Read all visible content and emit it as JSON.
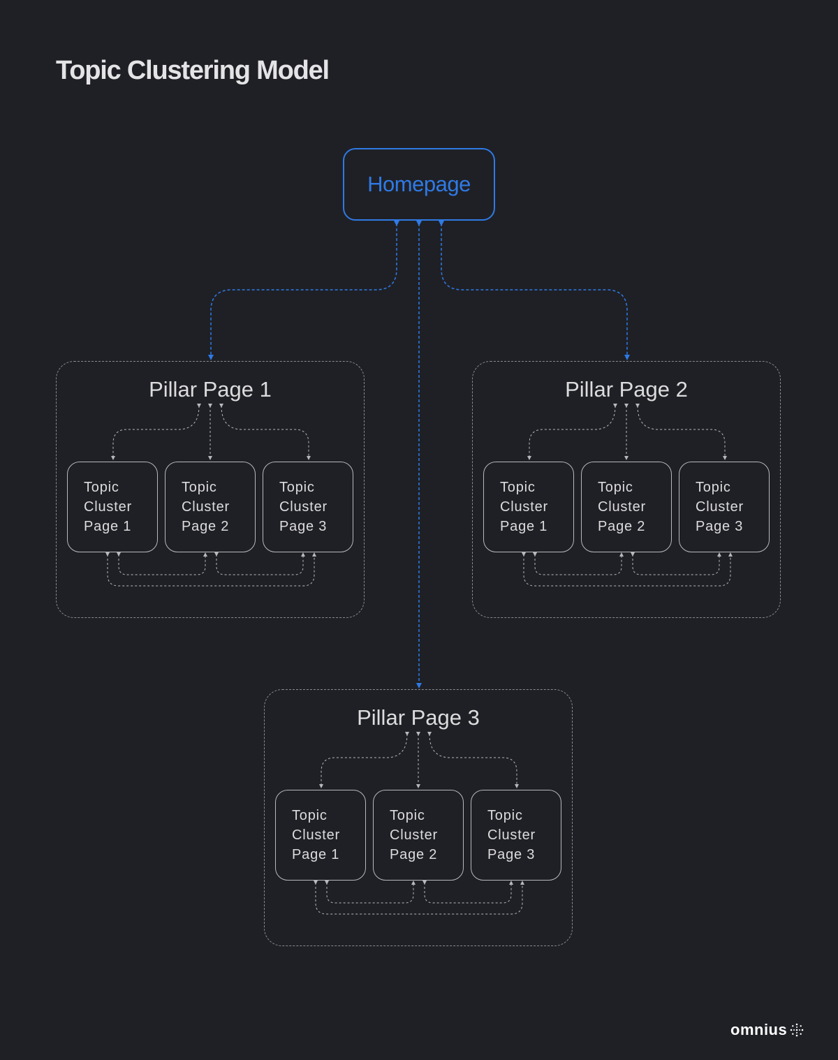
{
  "title": "Topic Clustering Model",
  "homepage": "Homepage",
  "pillars": [
    {
      "title": "Pillar Page 1",
      "cards": [
        {
          "l1": "Topic",
          "l2": "Cluster",
          "l3": "Page 1"
        },
        {
          "l1": "Topic",
          "l2": "Cluster",
          "l3": "Page 2"
        },
        {
          "l1": "Topic",
          "l2": "Cluster",
          "l3": "Page 3"
        }
      ]
    },
    {
      "title": "Pillar Page 2",
      "cards": [
        {
          "l1": "Topic",
          "l2": "Cluster",
          "l3": "Page 1"
        },
        {
          "l1": "Topic",
          "l2": "Cluster",
          "l3": "Page 2"
        },
        {
          "l1": "Topic",
          "l2": "Cluster",
          "l3": "Page 3"
        }
      ]
    },
    {
      "title": "Pillar Page 3",
      "cards": [
        {
          "l1": "Topic",
          "l2": "Cluster",
          "l3": "Page 1"
        },
        {
          "l1": "Topic",
          "l2": "Cluster",
          "l3": "Page 2"
        },
        {
          "l1": "Topic",
          "l2": "Cluster",
          "l3": "Page 3"
        }
      ]
    }
  ],
  "brand": "omnius",
  "colors": {
    "accent": "#2f7ae5",
    "background": "#1f2025",
    "line": "#8a8b90"
  }
}
